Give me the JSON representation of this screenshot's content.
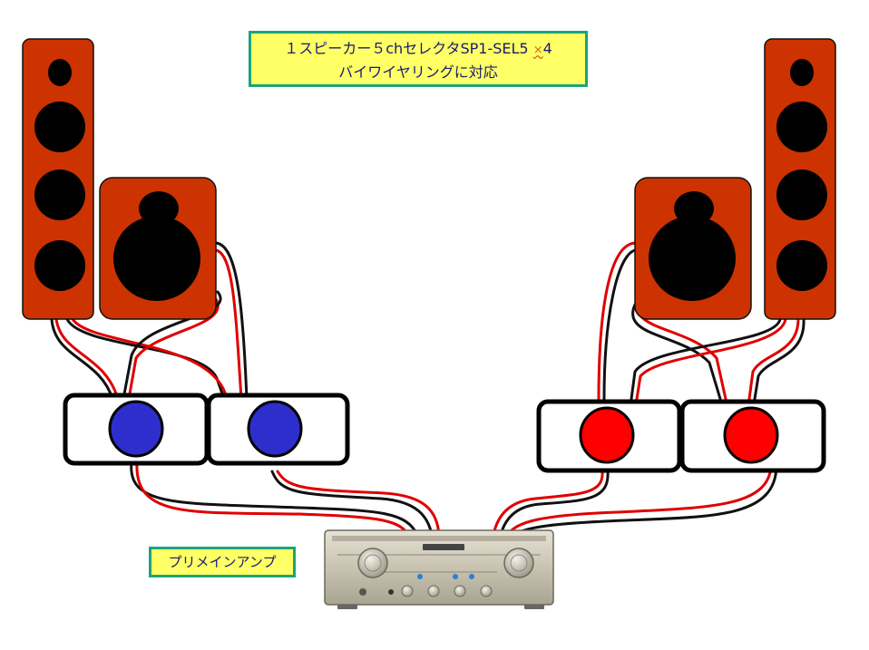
{
  "title": {
    "line1": "１スピーカー５chセレクタSP1-SEL5",
    "multiplier_mark": "×",
    "multiplier_value": "4",
    "line2": "バイワイヤリングに対応"
  },
  "amp_label": "プリメインアンプ",
  "colors": {
    "speaker_cabinet": "#cc3300",
    "driver": "#000000",
    "selector_left_knob": "#2e2ecc",
    "selector_right_knob": "#ff0000",
    "wire_red": "#e00000",
    "wire_black": "#111111",
    "label_fill": "#ffff66",
    "label_border": "#1aa57a",
    "amp_body": "#c8c3b4"
  },
  "icons": {
    "speaker_tall": "tower-speaker-icon",
    "speaker_bookshelf": "bookshelf-speaker-icon",
    "selector": "speaker-selector-icon",
    "amplifier": "integrated-amplifier-icon"
  }
}
